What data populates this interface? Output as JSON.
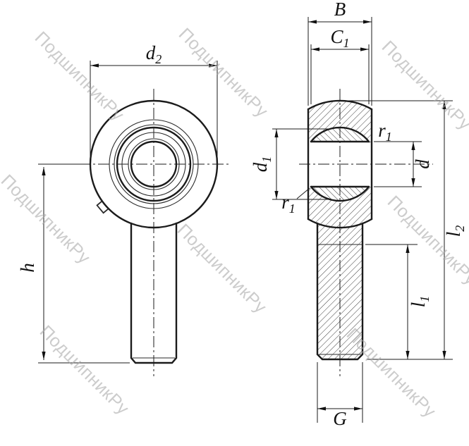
{
  "watermark": {
    "text": "ПодшипникРу"
  },
  "labels": {
    "d2": {
      "main": "d",
      "sub": "2"
    },
    "h": {
      "main": "h"
    },
    "B": {
      "main": "B"
    },
    "C1": {
      "main": "C",
      "sub": "1"
    },
    "d1": {
      "main": "d",
      "sub": "1"
    },
    "r1_top": {
      "main": "r",
      "sub": "1"
    },
    "r1_bottom": {
      "main": "r",
      "sub": "1"
    },
    "d": {
      "main": "d"
    },
    "l2": {
      "main": "l",
      "sub": "2"
    },
    "l1": {
      "main": "l",
      "sub": "1"
    },
    "G": {
      "main": "G"
    }
  },
  "colors": {
    "line": "#1b1b1b",
    "hatch": "#2a2a2a",
    "watermark": "#a9a9a9",
    "background": "#ffffff"
  }
}
